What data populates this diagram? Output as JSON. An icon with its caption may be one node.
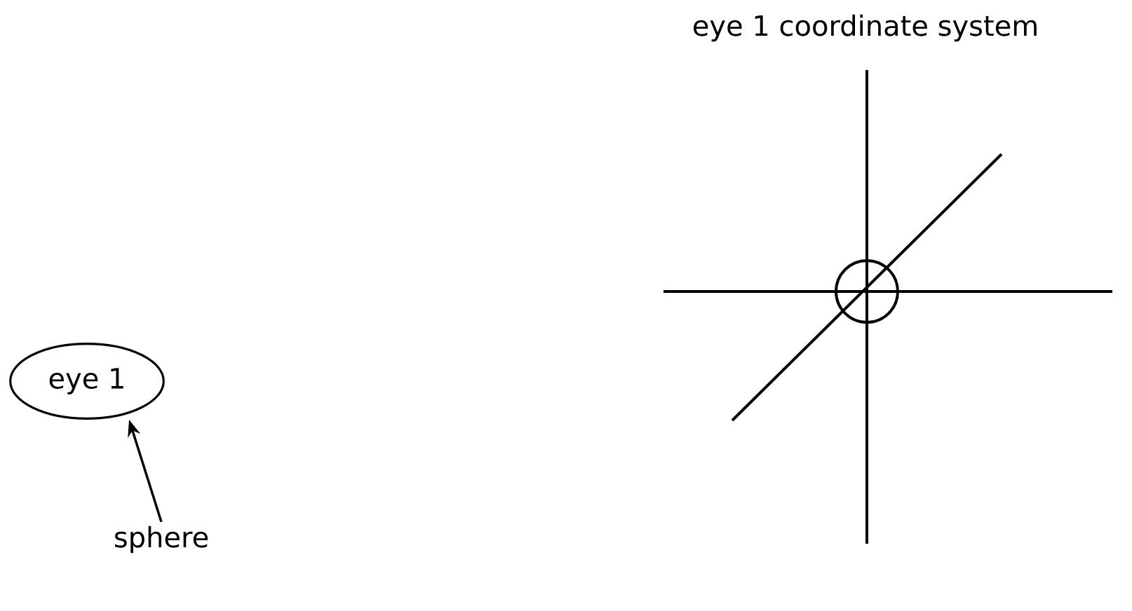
{
  "diagram": {
    "nodes": [
      {
        "text": [
          "eye 1"
        ]
      },
      {
        "text": [
          "sphere"
        ]
      }
    ],
    "edges": [
      {
        "from": 1,
        "to": 0,
        "arrow": "to"
      }
    ],
    "labels": [
      "eye 1 coordinate system"
    ]
  }
}
